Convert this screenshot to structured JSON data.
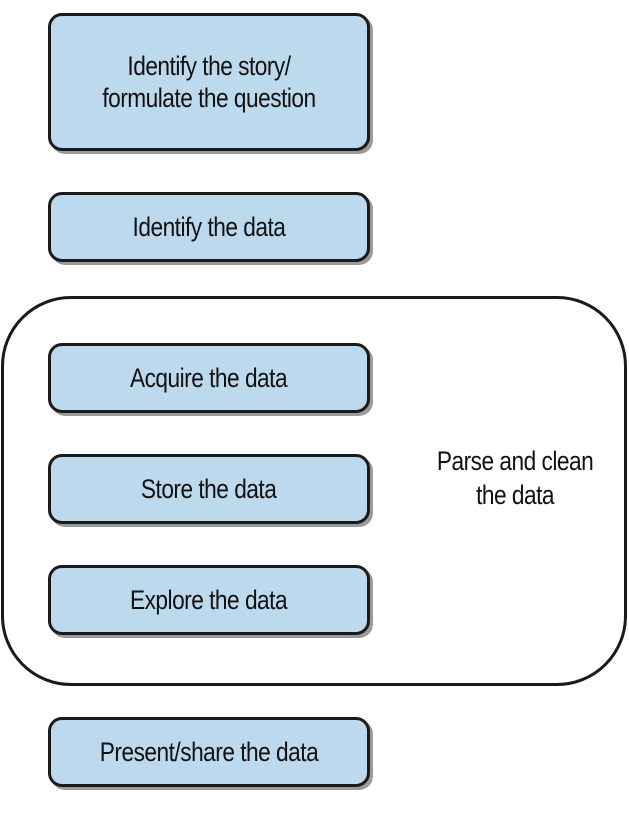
{
  "steps": [
    {
      "label": "Identify the story/\nformulate the question"
    },
    {
      "label": "Identify the data"
    },
    {
      "label": "Acquire the data"
    },
    {
      "label": "Store the data"
    },
    {
      "label": "Explore the data"
    },
    {
      "label": "Present/share the data"
    }
  ],
  "group": {
    "label": "Parse and clean\nthe data"
  },
  "colors": {
    "box_fill": "#bcd9ee",
    "border": "#1a1a1a",
    "shadow": "#9a9a9a",
    "text": "#111111"
  }
}
